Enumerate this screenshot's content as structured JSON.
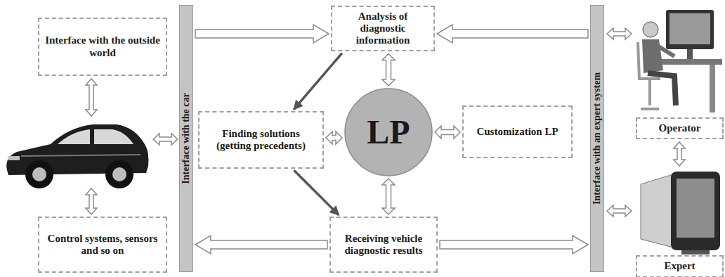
{
  "diagram": {
    "nodes": [
      {
        "text": [
          "Interface with the outside world"
        ]
      },
      {
        "text": [
          "Control systems, sensors and so on"
        ]
      },
      {
        "text": [
          "Interface with the car"
        ]
      },
      {
        "text": [
          "Analysis of diagnostic information"
        ]
      },
      {
        "text": [
          "Finding solutions (getting precedents)"
        ]
      },
      {
        "text": [
          "LP"
        ]
      },
      {
        "text": [
          "Customization LP"
        ]
      },
      {
        "text": [
          "Receiving vehicle diagnostic results"
        ]
      },
      {
        "text": [
          "Interface with an expert system"
        ]
      },
      {
        "text": [
          "Operator"
        ]
      },
      {
        "text": [
          "Expert"
        ]
      }
    ],
    "edges": [
      {
        "from": 2,
        "to": 3,
        "arrow": "to"
      },
      {
        "from": 8,
        "to": 3,
        "arrow": "to"
      },
      {
        "from": 3,
        "to": 5,
        "arrow": "both"
      },
      {
        "from": 3,
        "to": 4,
        "arrow": "to"
      },
      {
        "from": 4,
        "to": 5,
        "arrow": "both"
      },
      {
        "from": 5,
        "to": 6,
        "arrow": "both"
      },
      {
        "from": 5,
        "to": 7,
        "arrow": "both"
      },
      {
        "from": 4,
        "to": 7,
        "arrow": "to"
      },
      {
        "from": 7,
        "to": 2,
        "arrow": "to"
      },
      {
        "from": 7,
        "to": 8,
        "arrow": "to"
      }
    ]
  }
}
